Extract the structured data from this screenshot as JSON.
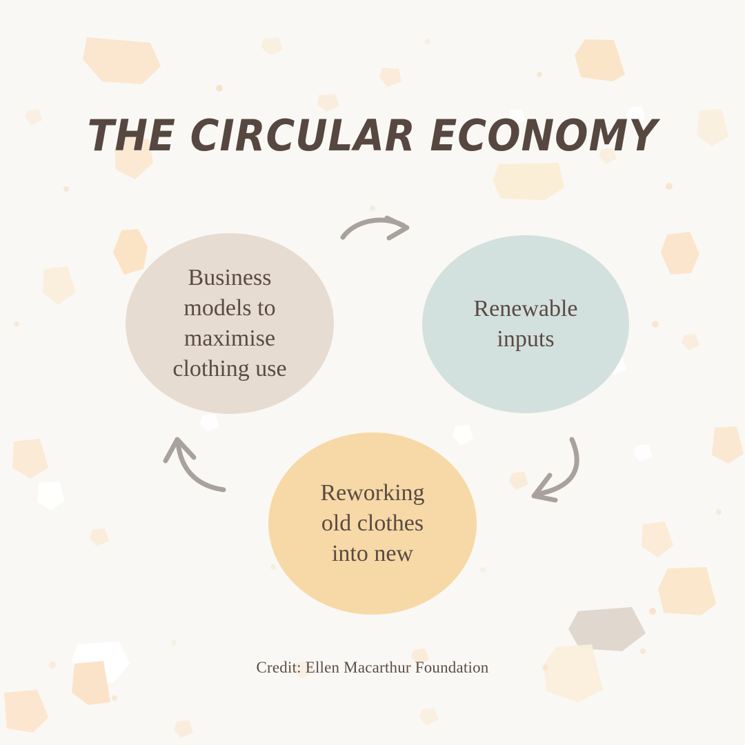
{
  "page": {
    "title": "THE CIRCULAR ECONOMY",
    "credit": "Credit: Ellen Macarthur Foundation"
  },
  "colors": {
    "background": "#faf8f4",
    "title_text": "#564741",
    "body_text": "#5a4a43",
    "node_business": "#e6dcd2",
    "node_renewable": "#d3e1de",
    "node_rework": "#f6d9a6",
    "arrow": "#a9a19d",
    "chip_peach": "#fbe0c4",
    "chip_cream": "#f8edd9",
    "chip_taupe": "#ded5cb",
    "chip_white": "#ffffff"
  },
  "diagram": {
    "type": "cycle",
    "direction": "clockwise",
    "nodes": [
      {
        "id": "business",
        "label": "Business\nmodels to\nmaximise\nclothing use",
        "color": "#e6dcd2",
        "position": "left"
      },
      {
        "id": "renewable",
        "label": "Renewable\ninputs",
        "color": "#d3e1de",
        "position": "right"
      },
      {
        "id": "rework",
        "label": "Reworking\nold clothes\ninto new",
        "color": "#f6d9a6",
        "position": "bottom"
      }
    ],
    "arrows": [
      {
        "id": "business-to-renewable",
        "from": "business",
        "to": "renewable",
        "shape": "arc-top-right"
      },
      {
        "id": "renewable-to-rework",
        "from": "renewable",
        "to": "rework",
        "shape": "arc-right-down"
      },
      {
        "id": "rework-to-business",
        "from": "rework",
        "to": "business",
        "shape": "arc-left-up"
      }
    ]
  },
  "chart_data": {
    "type": "diagram",
    "title": "THE CIRCULAR ECONOMY",
    "categories": [
      "Business models to maximise clothing use",
      "Renewable inputs",
      "Reworking old clothes into new"
    ],
    "annotations": [
      "Credit: Ellen Macarthur Foundation"
    ]
  }
}
